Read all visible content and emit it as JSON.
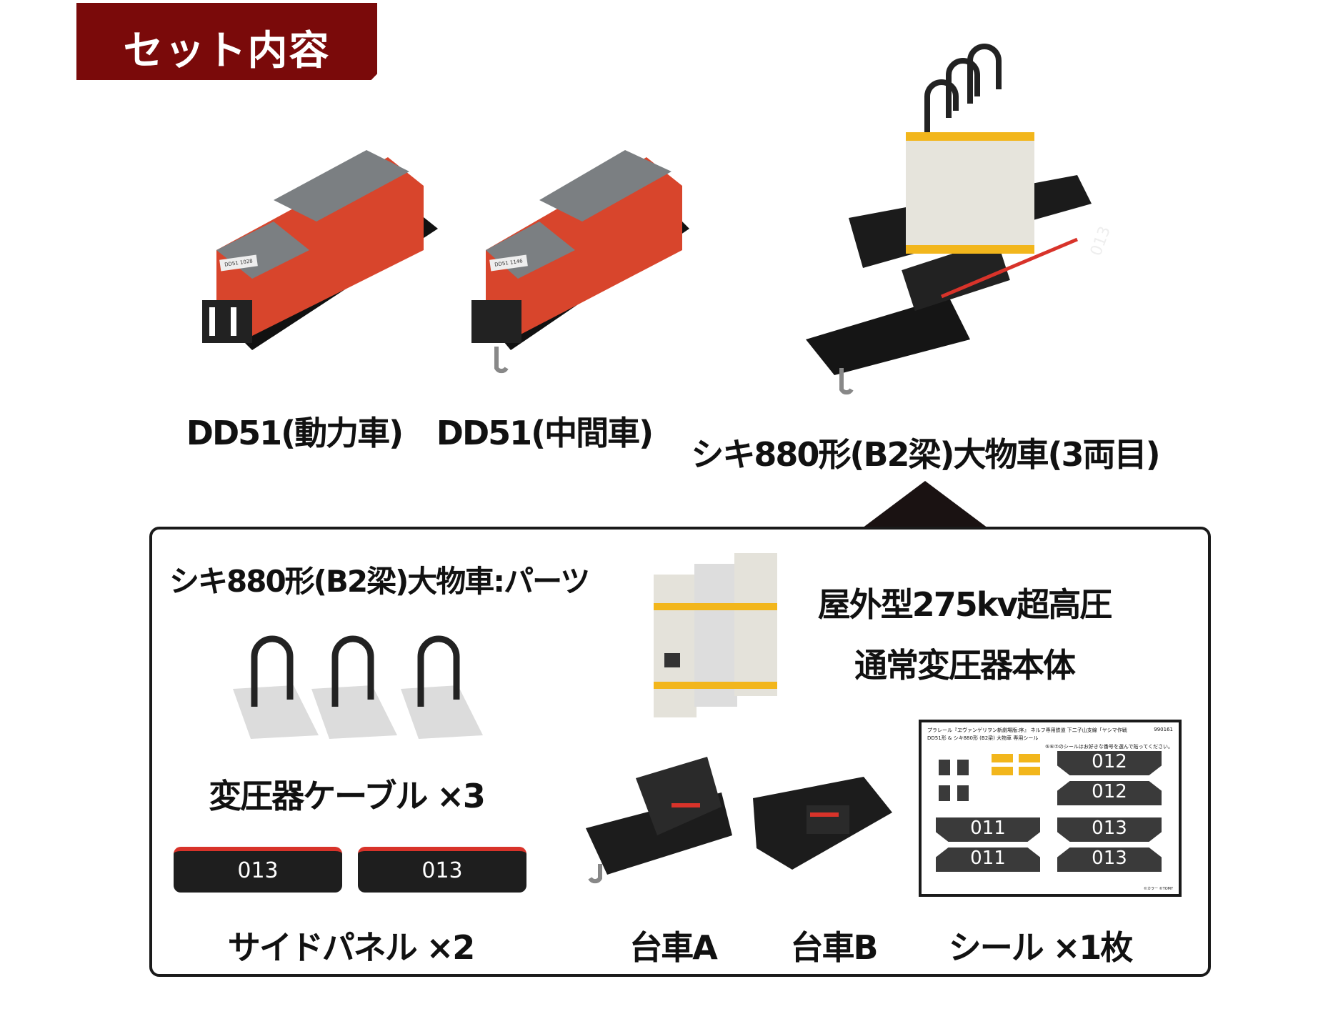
{
  "header": {
    "title": "セット内容"
  },
  "cars": [
    {
      "label": "DD51(動力車)",
      "plate": "DD51 1028"
    },
    {
      "label": "DD51(中間車)",
      "plate": "DD51 1146"
    },
    {
      "label": "シキ880形(B2梁)大物車(3両目)",
      "number": "013"
    }
  ],
  "parts": {
    "title": "シキ880形(B2梁)大物車:パーツ",
    "cable_label": "変圧器ケーブル ×3",
    "side_panel_label": "サイドパネル ×2",
    "side_panel_number": "013",
    "transformer_label_1": "屋外型275kv超高圧",
    "transformer_label_2": "通常変圧器本体",
    "bogie_a_label": "台車A",
    "bogie_b_label": "台車B",
    "sticker_label": "シール ×1枚"
  },
  "sticker_sheet": {
    "title_line1": "プラレール『ヱヴァンゲリヲン新劇場版:序』 ネルフ専用鉄道 下二子山支線「ヤシマ作戦」",
    "code": "990161",
    "title_line2": "DD51形 & シキ880形 (B2梁) 大物車 専用シール",
    "note": "⑤⑥⑦のシールはお好きな番号を選んで貼ってください。",
    "numbers": [
      "012",
      "012",
      "011",
      "011",
      "013",
      "013"
    ],
    "footer": "©カラー ©TOMY"
  },
  "colors": {
    "header_bg": "#7a0a0a",
    "loco_red": "#d8452c",
    "loco_gray": "#7b7f82",
    "sticker_yellow": "#f2b61c"
  }
}
